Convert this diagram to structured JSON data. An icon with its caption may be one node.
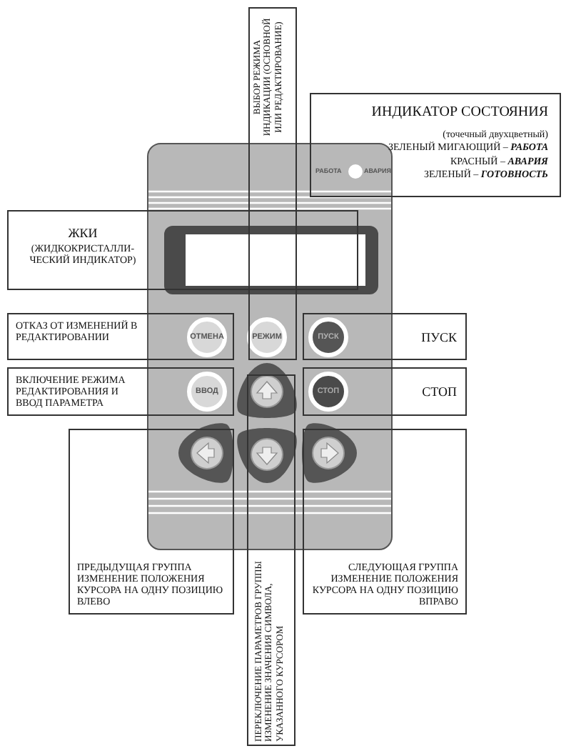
{
  "diagram": {
    "nodes": [
      {
        "text": [
          "ВЫБОР РЕЖИМА ИНДИКАЦИИ (ОСНОВНОЙ ИЛИ РЕДАКТИРОВАНИЕ)"
        ]
      },
      {
        "text": [
          "ИНДИКАТОР СОСТОЯНИЯ",
          "(точечный двухцветный)",
          "ЗЕЛЕНЫЙ МИГАЮЩИЙ – **РАБОТА**",
          "КРАСНЫЙ – **АВАРИЯ**",
          "ЗЕЛЕНЫЙ – **ГОТОВНОСТЬ**"
        ]
      },
      {
        "text": [],
        "shape": "box"
      },
      {
        "text": [
          "ЖКИ",
          "(ЖИДКОКРИСТАЛЛИ- ЧЕСКИЙ ИНДИКАТОР)"
        ]
      },
      {
        "text": [
          "ОТКАЗ ОТ ИЗМЕНЕНИЙ В РЕДАКТИРОВАНИИ"
        ]
      },
      {
        "text": [
          "ОТМЕНА"
        ]
      },
      {
        "text": [
          "РЕЖИМ"
        ]
      },
      {
        "text": [
          "ПУСК"
        ]
      },
      {
        "text": [
          "ПУСК"
        ]
      },
      {
        "text": [
          "ВКЛЮЧЕНИЕ РЕЖИМА РЕДАКТИРОВАНИЯ И ВВОД ПАРАМЕТРА"
        ]
      },
      {
        "text": [
          "ВВОД"
        ]
      },
      {
        "text": [
          "СТОП"
        ]
      },
      {
        "text": [
          "СТОП"
        ]
      },
      {
        "text": [
          "ПРЕДЫДУЩАЯ ГРУППА ИЗМЕНЕНИЕ ПОЛОЖЕНИЯ КУРСОРА НА ОДНУ ПОЗИЦИЮ ВЛЕВО"
        ]
      },
      {
        "text": [
          "СЛЕДУЮЩАЯ ГРУППА ИЗМЕНЕНИЕ ПОЛОЖЕНИЯ КУРСОРА НА ОДНУ ПОЗИЦИЮ ВПРАВО"
        ]
      },
      {
        "text": [
          "ПЕРЕКЛЮЧЕНИЕ ПАРАМЕТРОВ ГРУППЫ ИЗМЕНЕНИЕ ЗНАЧЕНИЯ СИМВОЛА, УКАЗАННОГО КУРСОРОМ"
        ]
      }
    ],
    "labels": [
      "РАБОТА",
      "АВАРИЯ"
    ]
  }
}
